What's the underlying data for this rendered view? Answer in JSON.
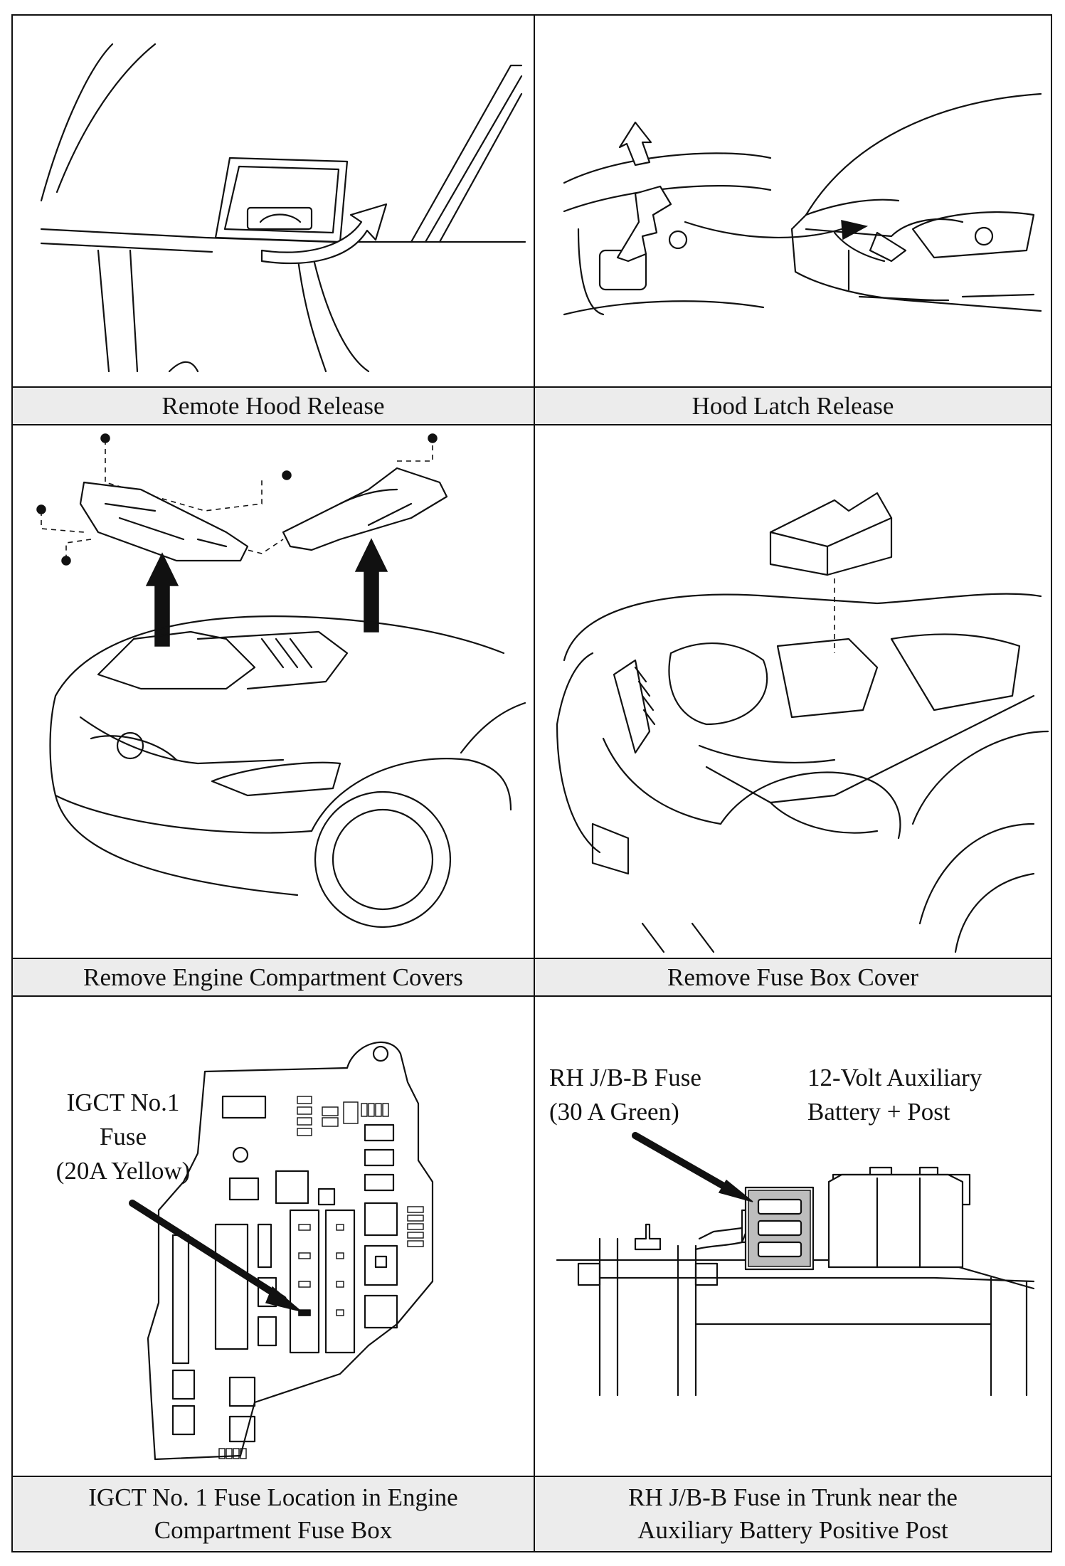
{
  "panels": [
    {
      "caption": "Remote Hood Release"
    },
    {
      "caption": "Hood Latch Release"
    },
    {
      "caption": "Remove Engine Compartment Covers"
    },
    {
      "caption": "Remove Fuse Box Cover"
    },
    {
      "caption_lines": [
        "IGCT No. 1 Fuse Location in Engine",
        "Compartment Fuse Box"
      ],
      "callout_lines": [
        "IGCT No.1",
        "Fuse",
        "(20A Yellow)"
      ]
    },
    {
      "caption_lines": [
        "RH J/B-B Fuse in Trunk near the",
        "Auxiliary Battery Positive Post"
      ],
      "fuse_callout_lines": [
        "RH J/B-B Fuse",
        "(30 A Green)"
      ],
      "battery_callout_lines": [
        "12-Volt Auxiliary",
        "Battery + Post"
      ]
    }
  ]
}
